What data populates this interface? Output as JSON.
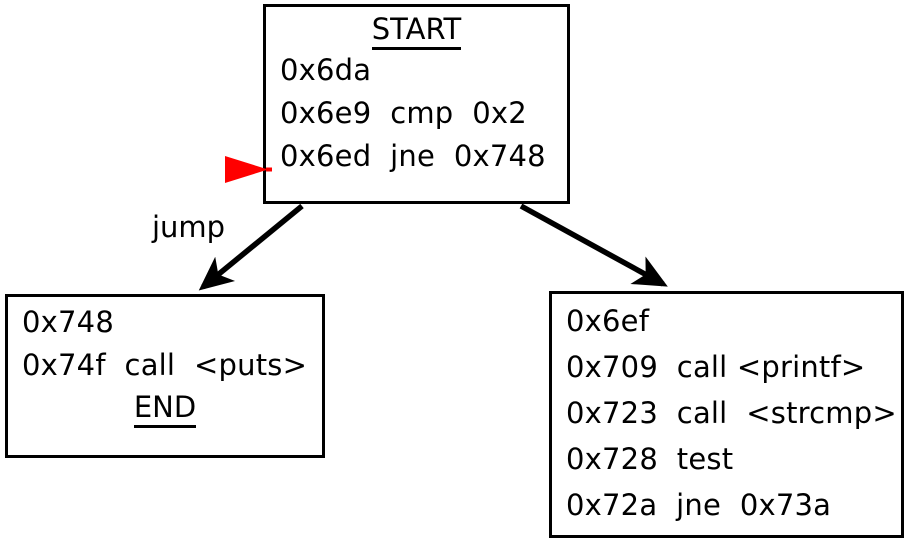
{
  "diagram": {
    "type": "control-flow-graph",
    "title": "",
    "colors": {
      "background": "#ffffff",
      "node_border": "#000000",
      "text": "#000000",
      "edge": "#000000",
      "marker": "#ff0000"
    },
    "nodes": [
      {
        "id": "start",
        "name": "start-block",
        "title": "START",
        "title_underlined": true,
        "lines": [
          "0x6da",
          "0x6e9  cmp  0x2",
          "0x6ed  jne  0x748"
        ],
        "marker": {
          "name": "current-instruction-marker",
          "shape": "red-triangle-right",
          "color": "#ff0000",
          "points_at_line": "0x6ed  jne  0x748"
        }
      },
      {
        "id": "left",
        "name": "jump-target-block",
        "title": "",
        "lines": [
          "0x748",
          "0x74f  call  <puts>"
        ],
        "footer": "END",
        "footer_underlined": true
      },
      {
        "id": "right",
        "name": "fallthrough-block",
        "title": "",
        "lines": [
          "0x6ef",
          "0x709  call <printf>",
          "0x723  call  <strcmp>",
          "0x728  test",
          "0x72a  jne  0x73a"
        ]
      }
    ],
    "edges": [
      {
        "name": "edge-start-to-left",
        "from": "start",
        "to": "left",
        "label": "jump",
        "arrowhead": true
      },
      {
        "name": "edge-start-to-right",
        "from": "start",
        "to": "right",
        "label": "",
        "arrowhead": true
      }
    ]
  }
}
